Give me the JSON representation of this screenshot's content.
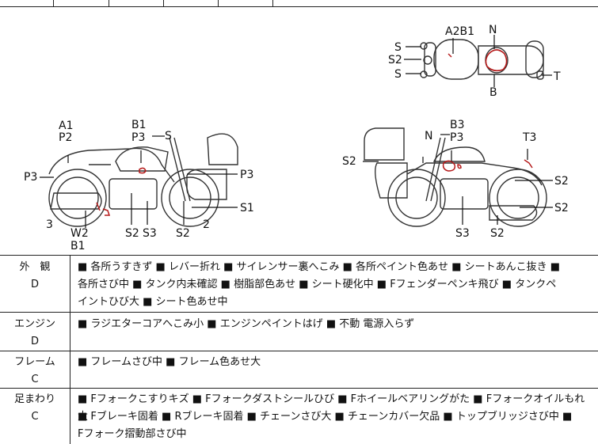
{
  "diagram": {
    "top_labels": [
      "S",
      "S2",
      "S",
      "A2B1",
      "N",
      "T",
      "B"
    ],
    "left_labels": [
      "A1",
      "P2",
      "P3",
      "B1",
      "P3",
      "S",
      "P3",
      "3",
      "W2",
      "B1",
      "S2",
      "S3",
      "S2",
      "2",
      "S1"
    ],
    "right_labels": [
      "B3",
      "N",
      "P3",
      "T3",
      "S2",
      "S2",
      "S2",
      "S3",
      "S2"
    ]
  },
  "sections": [
    {
      "label_line1": "外　観",
      "grade": "D",
      "lines": [
        "■ 各所うすきず ■ レバー折れ ■ サイレンサー裏へこみ ■ 各所ペイント色あせ ■ シートあんこ抜き ■",
        "各所さび中 ■ タンク内未確認 ■ 樹脂部色あせ ■ シート硬化中 ■ Fフェンダーペンキ飛び ■ タンクペ",
        "イントひび大 ■ シート色あせ中"
      ]
    },
    {
      "label_line1": "エンジン",
      "grade": "D",
      "lines": [
        "■ ラジエターコアへこみ小 ■ エンジンペイントはげ ■ 不動 電源入らず"
      ]
    },
    {
      "label_line1": "フレーム",
      "grade": "C",
      "lines": [
        "■ フレームさび中 ■ フレーム色あせ大"
      ]
    },
    {
      "label_line1": "足まわり",
      "grade": "C",
      "lines": [
        "■ Fフォークこすりキズ ■ Fフォークダストシールひび ■ Fホイールベアリングがた ■ Fフォークオイルもれ大",
        "■ Fブレーキ固着 ■ Rブレーキ固着 ■ チェーンさび大 ■ チェーンカバー欠品 ■ トップブリッジさび中 ■",
        "Fフォーク摺動部さび中"
      ]
    }
  ]
}
